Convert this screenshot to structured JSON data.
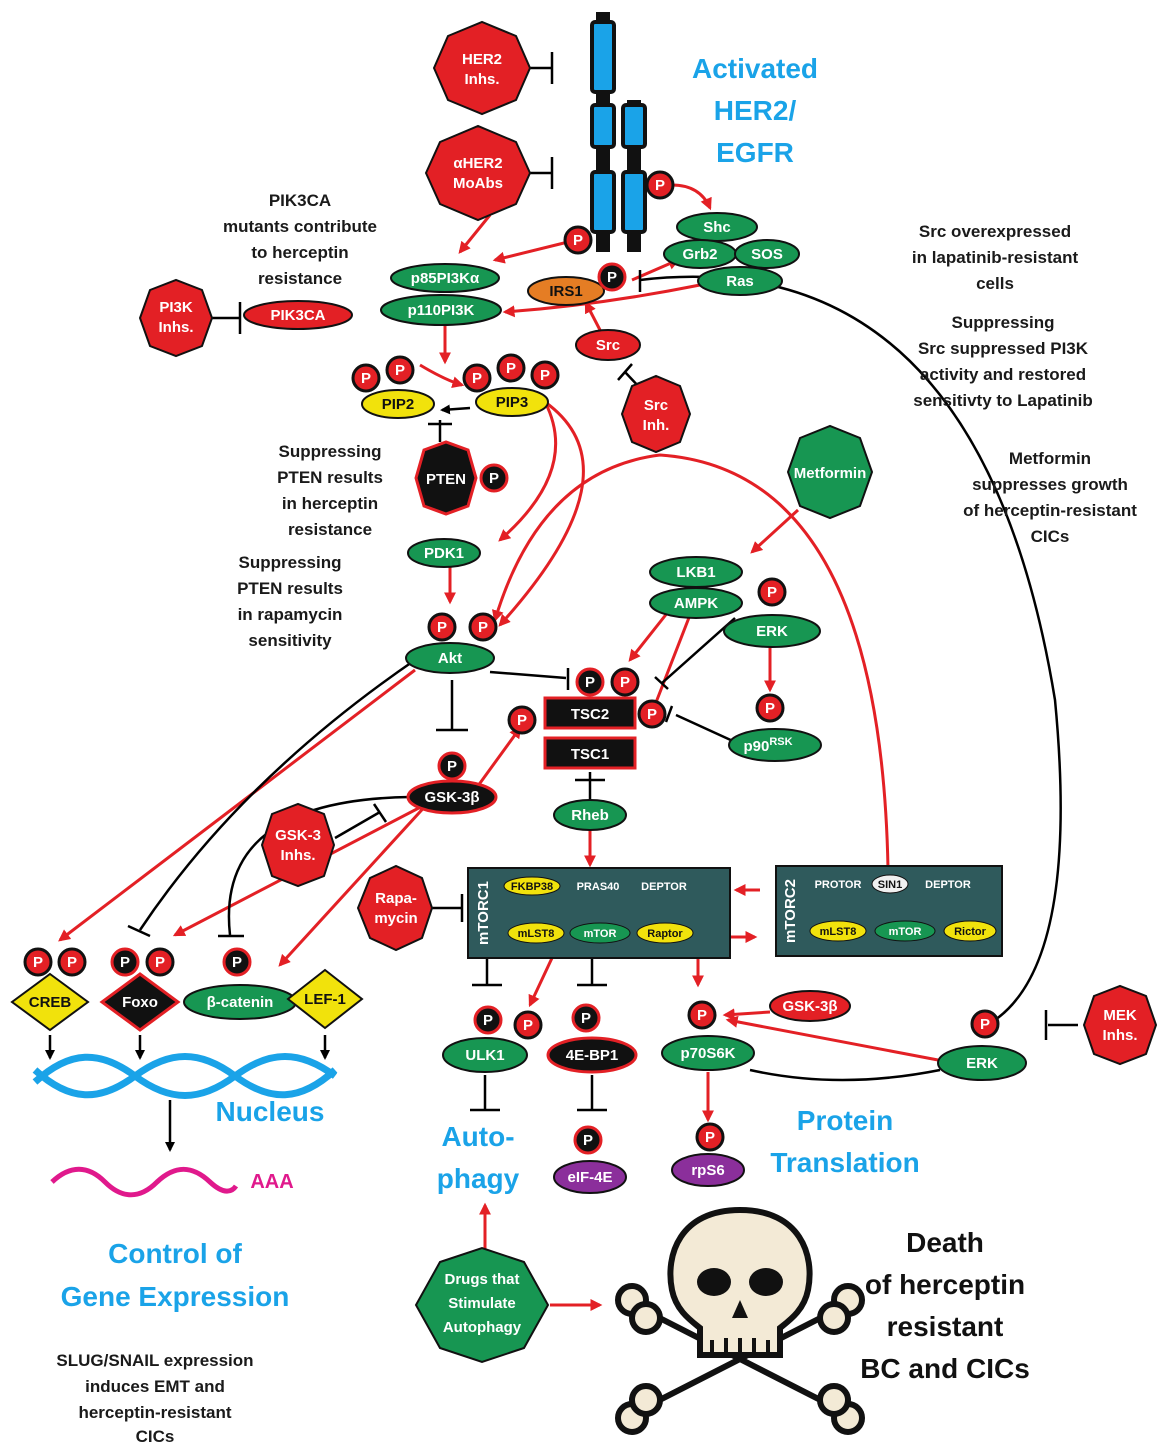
{
  "colors": {
    "red": "#e32025",
    "green": "#179652",
    "yellow": "#f1e20c",
    "black": "#111111",
    "blue_heading": "#1aa3e8",
    "purple": "#8b2f9b",
    "orange": "#e57d24",
    "magenta": "#e0198c",
    "complex_bg": "#2f5a5c"
  },
  "headings": {
    "activated": [
      "Activated",
      "HER2/",
      "EGFR"
    ],
    "nucleus": "Nucleus",
    "autophagy": [
      "Auto-",
      "phagy"
    ],
    "protein_translation": [
      "Protein",
      "Translation"
    ],
    "control": [
      "Control of",
      "Gene Expression"
    ],
    "death": [
      "Death",
      "of herceptin",
      "resistant",
      "BC and CICs"
    ],
    "aaa": "AAA"
  },
  "notes": {
    "pik3ca": [
      "PIK3CA",
      "mutants contribute",
      "to herceptin",
      "resistance"
    ],
    "src_over": [
      "Src overexpressed",
      "in lapatinib-resistant",
      "cells"
    ],
    "src_supp": [
      "Suppressing",
      "Src suppressed PI3K",
      "activity and restored",
      "sensitivty to Lapatinib"
    ],
    "metformin": [
      "Metformin",
      "suppresses growth",
      "of herceptin-resistant",
      "CICs"
    ],
    "pten_herceptin": [
      "Suppressing",
      "PTEN results",
      "in herceptin",
      "resistance"
    ],
    "pten_rapamycin": [
      "Suppressing",
      "PTEN results",
      "in rapamycin",
      "sensitivity"
    ],
    "slug": [
      "SLUG/SNAIL expression",
      "induces EMT and",
      "herceptin-resistant",
      "CICs"
    ]
  },
  "inhibitors": {
    "her2": [
      "HER2",
      "Inhs."
    ],
    "aher2": [
      "αHER2",
      "MoAbs"
    ],
    "pi3k": [
      "PI3K",
      "Inhs."
    ],
    "src": [
      "Src",
      "Inh."
    ],
    "gsk3": [
      "GSK-3",
      "Inhs."
    ],
    "rapamycin": [
      "Rapa-",
      "mycin"
    ],
    "mek": [
      "MEK",
      "Inhs."
    ],
    "metformin": "Metformin",
    "drugs": [
      "Drugs that",
      "Stimulate",
      "Autophagy"
    ]
  },
  "nodes": {
    "shc": "Shc",
    "grb2": "Grb2",
    "sos": "SOS",
    "ras": "Ras",
    "p85": "p85PI3Kα",
    "p110": "p110PI3K",
    "irs1": "IRS1",
    "pik3ca": "PIK3CA",
    "src": "Src",
    "pip2": "PIP2",
    "pip3": "PIP3",
    "pten": "PTEN",
    "pdk1": "PDK1",
    "akt": "Akt",
    "lkb1": "LKB1",
    "ampk": "AMPK",
    "erk": "ERK",
    "tsc2": "TSC2",
    "tsc1": "TSC1",
    "p90": "p90",
    "p90_sup": "RSK",
    "gsk3b": "GSK-3β",
    "rheb": "Rheb",
    "creb": "CREB",
    "foxo": "Foxo",
    "bcatenin": "β-catenin",
    "lef1": "LEF-1",
    "ulk1": "ULK1",
    "fourebp1": "4E-BP1",
    "eif4e": "eIF-4E",
    "p70": "p70S6K",
    "rps6": "rpS6",
    "gsk3b_right": "GSK-3β",
    "erk_right": "ERK",
    "phospho": "P"
  },
  "mtorc1": {
    "label": "mTORC1",
    "top": [
      "FKBP38",
      "PRAS40",
      "DEPTOR"
    ],
    "bottom": [
      "mLST8",
      "mTOR",
      "Raptor"
    ]
  },
  "mtorc2": {
    "label": "mTORC2",
    "top": [
      "PROTOR",
      "SIN1",
      "DEPTOR"
    ],
    "bottom": [
      "mLST8",
      "mTOR",
      "Rictor"
    ]
  },
  "icons": [
    "receptor-icon",
    "dna-helix-icon",
    "mrna-icon",
    "skull-crossbones-icon"
  ]
}
